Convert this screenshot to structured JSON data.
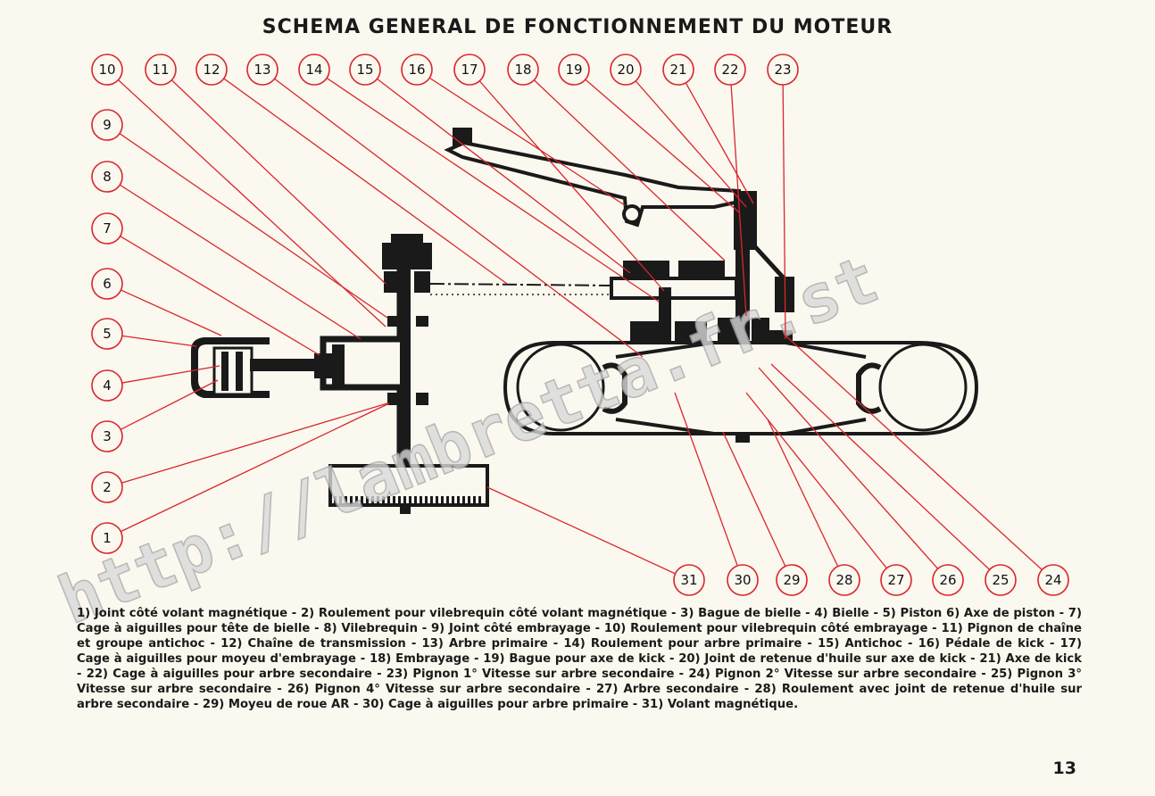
{
  "title": "SCHEMA GENERAL DE FONCTIONNEMENT DU MOTEUR",
  "watermark": "http://lambretta.fr.st",
  "callouts": [
    "1",
    "2",
    "3",
    "4",
    "5",
    "6",
    "7",
    "8",
    "9",
    "10",
    "11",
    "12",
    "13",
    "14",
    "15",
    "16",
    "17",
    "18",
    "19",
    "20",
    "21",
    "22",
    "23",
    "24",
    "25",
    "26",
    "27",
    "28",
    "29",
    "30",
    "31"
  ],
  "legend": "1) Joint côté volant magnétique - 2) Roulement pour vilebrequin côté volant magnétique - 3) Bague de bielle - 4) Bielle - 5) Piston 6) Axe de piston - 7) Cage à aiguilles pour tête de bielle - 8) Vilebrequin - 9) Joint côté embrayage - 10) Roulement pour vilebrequin côté embrayage - 11) Pignon de chaîne et groupe antichoc - 12) Chaîne de transmission - 13) Arbre primaire - 14) Roulement pour arbre primaire - 15) Antichoc - 16) Pédale de kick - 17) Cage à aiguilles pour moyeu d'embrayage - 18) Embrayage - 19) Bague pour axe de kick - 20) Joint de retenue d'huile sur axe de kick - 21) Axe de kick - 22) Cage à aiguilles pour arbre secondaire - 23) Pignon 1° Vitesse sur arbre secondaire - 24) Pignon 2° Vitesse sur arbre secondaire - 25) Pignon 3° Vitesse sur arbre secondaire - 26) Pignon 4° Vitesse sur arbre secondaire - 27) Arbre secondaire - 28) Roulement avec joint de retenue d'huile sur arbre secondaire - 29) Moyeu de roue AR - 30) Cage à aiguilles pour arbre primaire - 31) Volant magnétique.",
  "page_number": "13",
  "colors": {
    "callout": "#d9262d",
    "ink": "#1a1a1a",
    "paper": "#fbf8ef"
  }
}
